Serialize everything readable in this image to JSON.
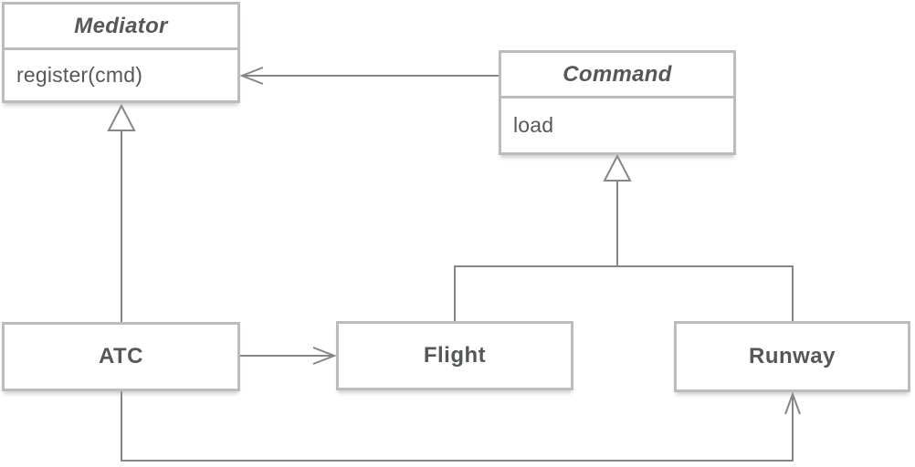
{
  "diagram": {
    "type": "uml-class-diagram",
    "colors": {
      "box_border": "#b9bdbf",
      "connector_line": "#83878a",
      "text": "#55585a",
      "background": "#ffffff",
      "box_shadow": "#dfe2e3"
    },
    "classes": [
      {
        "id": "mediator",
        "name": "Mediator",
        "abstract": true,
        "members": [
          "register(cmd)"
        ]
      },
      {
        "id": "command",
        "name": "Command",
        "abstract": true,
        "members": [
          "load"
        ]
      },
      {
        "id": "atc",
        "name": "ATC",
        "abstract": false,
        "members": []
      },
      {
        "id": "flight",
        "name": "Flight",
        "abstract": false,
        "members": []
      },
      {
        "id": "runway",
        "name": "Runway",
        "abstract": false,
        "members": []
      }
    ],
    "relationships": [
      {
        "from": "Command",
        "to": "Mediator",
        "type": "directed-association"
      },
      {
        "from": "ATC",
        "to": "Mediator",
        "type": "generalization"
      },
      {
        "from": "Flight",
        "to": "Command",
        "type": "generalization"
      },
      {
        "from": "Runway",
        "to": "Command",
        "type": "generalization"
      },
      {
        "from": "ATC",
        "to": "Flight",
        "type": "directed-association"
      },
      {
        "from": "ATC",
        "to": "Runway",
        "type": "directed-association"
      }
    ]
  }
}
